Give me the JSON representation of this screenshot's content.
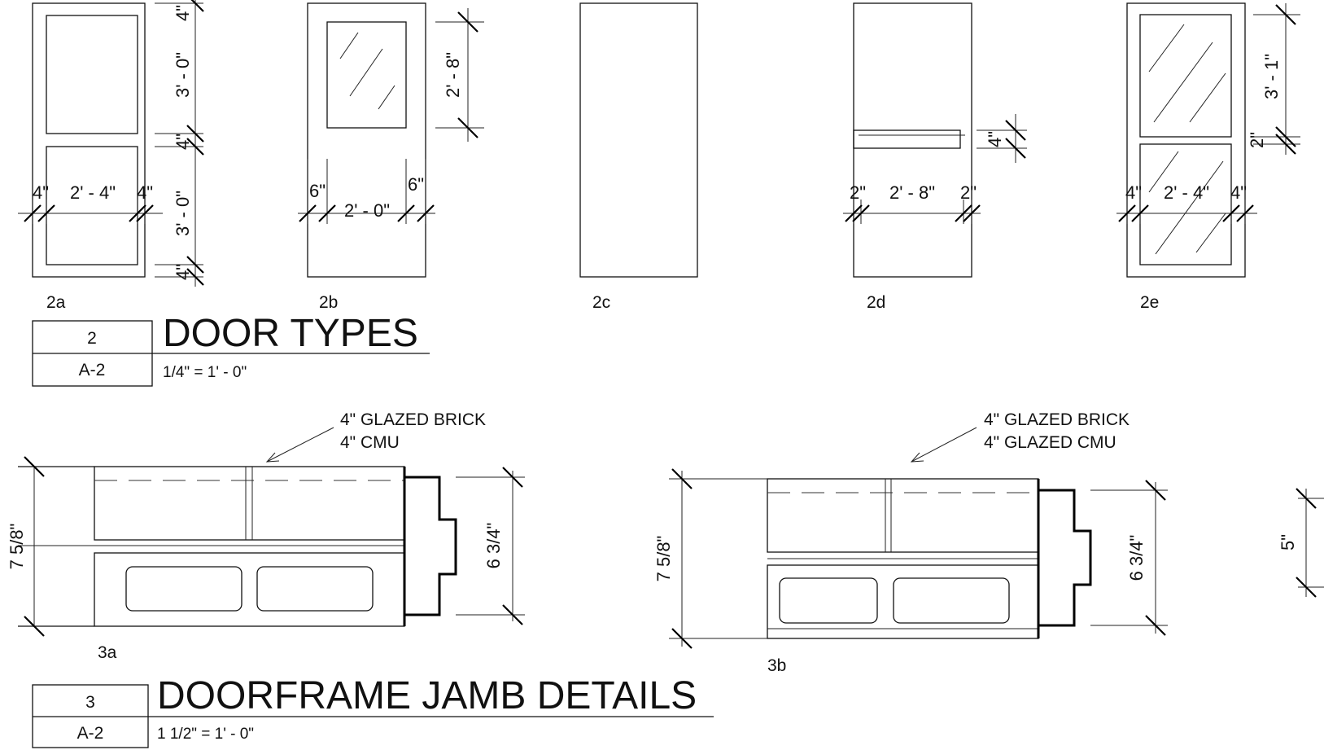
{
  "door_types": {
    "doors": [
      {
        "id": "2a",
        "dims": [
          "4\"",
          "3' - 0\"",
          "4\"",
          "3' - 0\"",
          "4\"",
          "4\"",
          "2' - 4\"",
          "4\""
        ]
      },
      {
        "id": "2b",
        "dims": [
          "2' - 8\"",
          "6\"",
          "2' - 0\"",
          "6\""
        ]
      },
      {
        "id": "2c",
        "dims": []
      },
      {
        "id": "2d",
        "dims": [
          "4\"",
          "2\"",
          "2' - 8\"",
          "2\""
        ]
      },
      {
        "id": "2e",
        "dims": [
          "3' - 1\"",
          "2\"",
          "4\"",
          "2' - 4\"",
          "4\""
        ]
      }
    ],
    "title_block": {
      "number": "2",
      "sheet": "A-2",
      "title": "DOOR TYPES",
      "scale": "1/4\" = 1' - 0\""
    }
  },
  "jamb_details": {
    "details": [
      {
        "id": "3a",
        "note_line1": "4\" GLAZED BRICK",
        "note_line2": "4\" CMU",
        "dim_left": "7 5/8\"",
        "dim_right": "6 3/4\""
      },
      {
        "id": "3b",
        "note_line1": "4\" GLAZED BRICK",
        "note_line2": "4\" GLAZED CMU",
        "dim_left": "7 5/8\"",
        "dim_right": "6 3/4\""
      }
    ],
    "partial_dim": "5\"",
    "title_block": {
      "number": "3",
      "sheet": "A-2",
      "title": "DOORFRAME JAMB DETAILS",
      "scale": "1 1/2\" = 1' - 0\""
    }
  }
}
